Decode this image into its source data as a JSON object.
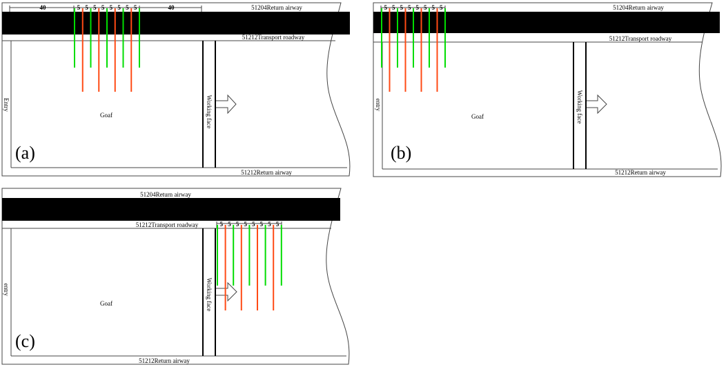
{
  "panels": {
    "a": {
      "tag": "(a)",
      "top_airway": "51204Return airway",
      "transport": "51212Transport roadway",
      "bottom_airway": "51212Return airway",
      "entry": "Entry",
      "goaf": "Goaf",
      "face": "Working face",
      "dim_left": "40",
      "dim_right": "40",
      "spacing": [
        "5",
        "5",
        "5",
        "5",
        "5",
        "5",
        "5",
        "5"
      ],
      "holes": [
        "green",
        "red",
        "green",
        "red",
        "green",
        "red",
        "green",
        "red",
        "green"
      ]
    },
    "b": {
      "tag": "(b)",
      "top_airway": "51204Return airway",
      "transport": "51212Transport roadway",
      "bottom_airway": "51212Return airway",
      "entry": "entry",
      "goaf": "Goaf",
      "face": "Working face",
      "spacing": [
        "5",
        "5",
        "5",
        "5",
        "5",
        "5",
        "5",
        "5"
      ],
      "holes": [
        "green",
        "red",
        "green",
        "red",
        "green",
        "red",
        "green",
        "red",
        "green"
      ]
    },
    "c": {
      "tag": "(c)",
      "top_airway": "51204Return airway",
      "transport": "51212Transport roadway",
      "bottom_airway": "51212Return airway",
      "entry": "entry",
      "goaf": "Goaf",
      "face": "Working face",
      "spacing": [
        "5",
        "5",
        "5",
        "5",
        "5",
        "5",
        "5",
        "5"
      ],
      "holes": [
        "green",
        "red",
        "green",
        "red",
        "green",
        "red",
        "green",
        "red",
        "green"
      ]
    }
  },
  "colors": {
    "green": "#00dd00",
    "red": "#ff4a14",
    "seam": "#000000"
  }
}
